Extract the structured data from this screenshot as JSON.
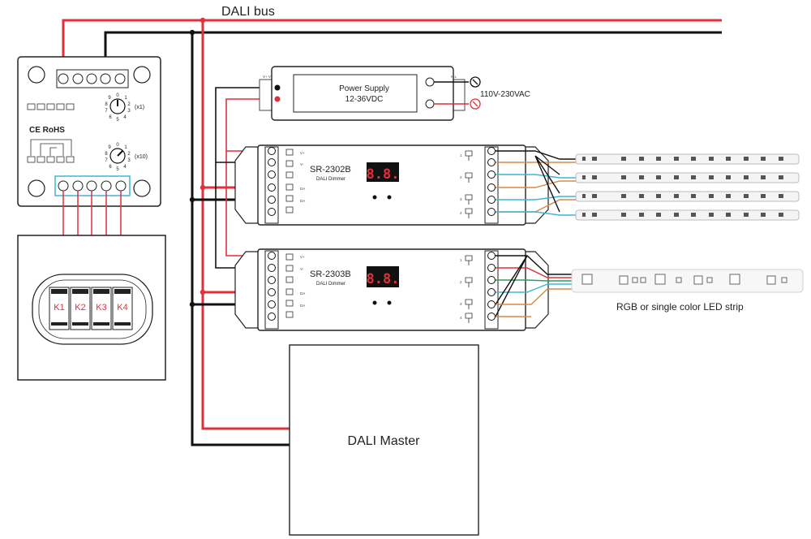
{
  "bus_label": "DALI bus",
  "power_supply": {
    "title": "Power Supply",
    "voltage": "12-36VDC",
    "ac_label": "110V-230VAC",
    "dc_side_marks": "V+ V-",
    "ac_side_marks": "N L"
  },
  "panel": {
    "cert_label": "CE RoHS",
    "dial1_label": "(x1)",
    "dial2_label": "(x10)",
    "dial_digits": [
      "0",
      "1",
      "2",
      "3",
      "4",
      "5",
      "6",
      "7",
      "8",
      "9"
    ],
    "keys": [
      "K1",
      "K2",
      "K3",
      "K4"
    ]
  },
  "dimmers": [
    {
      "model": "SR-2302B",
      "subtitle": "DALI Dimmer",
      "display": "8.8."
    },
    {
      "model": "SR-2303B",
      "subtitle": "DALI Dimmer",
      "display": "8.8."
    }
  ],
  "dimmer_terminal_marks": [
    "V+",
    "V-",
    "DA",
    "DA"
  ],
  "channel_numbers": [
    "1",
    "2",
    "3",
    "4"
  ],
  "led_strip_label": "RGB or single color LED strip",
  "master_label": "DALI Master",
  "colors": {
    "red_wire": "#e0303a",
    "black_wire": "#111111",
    "blue_wire": "#3fb6d6",
    "orange_wire": "#d9884a",
    "green_wire": "#2f9e5a"
  }
}
